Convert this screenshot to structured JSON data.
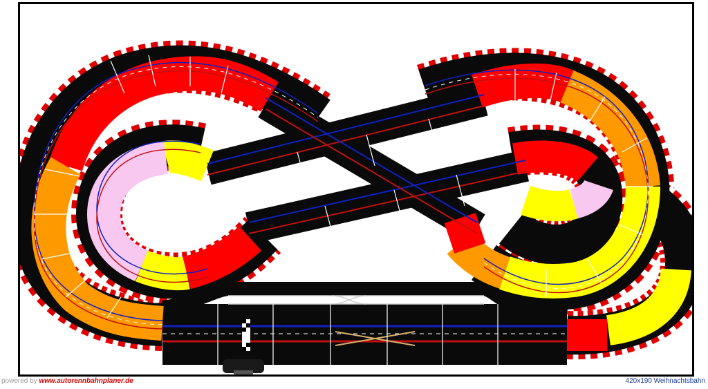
{
  "footer": {
    "powered_prefix": "powered by ",
    "powered_site": "www.autorennbahnplaner.de",
    "layout_label": "420x190 Weihnachtsbahn"
  },
  "colors": {
    "track": "#0a0a0a",
    "curb_red": "#e10000",
    "curb_white": "#ffffff",
    "segment_red": "#ff0000",
    "segment_orange": "#ff9900",
    "segment_yellow": "#ffff00",
    "segment_pink": "#f9c8f0",
    "lane_blue": "#1020c0",
    "lane_red": "#c01010",
    "lane_white": "#e0e0e0",
    "frame": "#000000"
  }
}
